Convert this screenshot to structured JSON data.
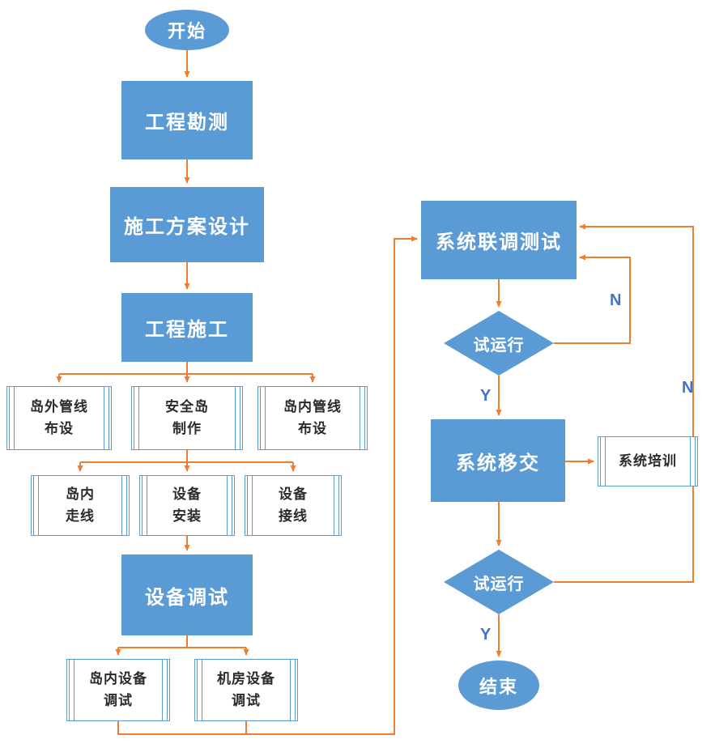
{
  "colors": {
    "node_blue": "#5B9BD5",
    "arrow_orange": "#ED7D31",
    "label_blue": "#4472C4"
  },
  "nodes": {
    "start": "开始",
    "survey": "工程勘测",
    "design": "施工方案设计",
    "construction": "工程施工",
    "pipe_outside": "岛外管线\n布设",
    "island_build": "安全岛\n制作",
    "pipe_inside": "岛内管线\n布设",
    "island_wiring": "岛内\n走线",
    "device_install": "设备\n安装",
    "device_wiring": "设备\n接线",
    "device_debug": "设备调试",
    "island_device_debug": "岛内设备\n调试",
    "room_device_debug": "机房设备\n调试",
    "joint_test": "系统联调测试",
    "trial_run_1": "试运行",
    "handover": "系统移交",
    "training": "系统培训",
    "trial_run_2": "试运行",
    "end": "结束"
  },
  "labels": {
    "n1": "N",
    "y1": "Y",
    "n2": "N",
    "y2": "Y"
  }
}
